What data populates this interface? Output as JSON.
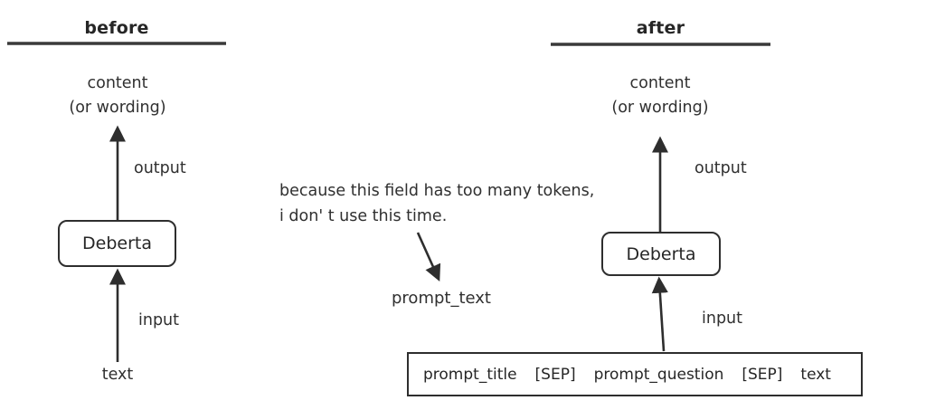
{
  "colors": {
    "text": "#303030",
    "line": "#3a3a3a",
    "background": "#ffffff"
  },
  "before": {
    "title": "before",
    "output_target_line1": "content",
    "output_target_line2": "(or wording)",
    "output_label": "output",
    "model_label": "Deberta",
    "input_label": "input",
    "input_source": "text"
  },
  "annotation": {
    "line1": "because this field has too many tokens,",
    "line2": "i don' t use this time.",
    "target_label": "prompt_text"
  },
  "after": {
    "title": "after",
    "output_target_line1": "content",
    "output_target_line2": "(or wording)",
    "output_label": "output",
    "model_label": "Deberta",
    "input_label": "input",
    "tokens": [
      "prompt_title",
      "[SEP]",
      "prompt_question",
      "[SEP]",
      "text"
    ]
  }
}
